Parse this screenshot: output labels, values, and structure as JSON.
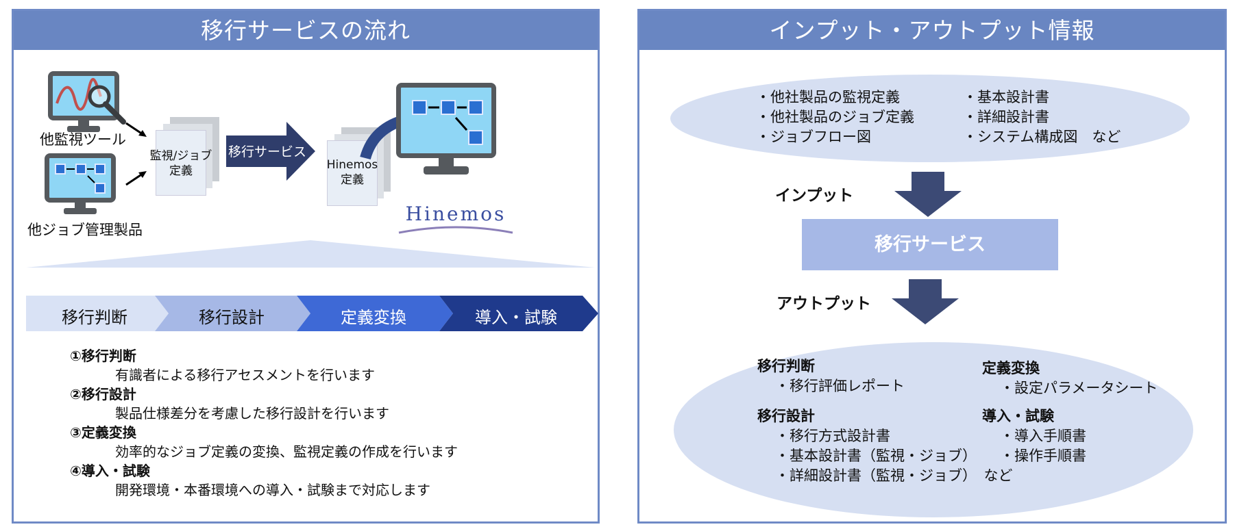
{
  "left": {
    "title": "移行サービスの流れ",
    "tool_label": "他監視ツール",
    "job_label": "他ジョブ管理製品",
    "doc1_line1": "監視/ジョブ",
    "doc1_line2": "定義",
    "service_arrow": "移行サービス",
    "doc2_line1": "Hinemos",
    "doc2_line2": "定義",
    "logo": "Hinemos",
    "steps": [
      {
        "label": "移行判断",
        "color": "#d9e2f5",
        "text_color": "#111111"
      },
      {
        "label": "移行設計",
        "color": "#a6b8e6",
        "text_color": "#111111"
      },
      {
        "label": "定義変換",
        "color": "#3e69d6",
        "text_color": "#ffffff"
      },
      {
        "label": "導入・試験",
        "color": "#1f3a8c",
        "text_color": "#ffffff"
      }
    ],
    "descriptions": [
      {
        "title": "①移行判断",
        "text": "有識者による移行アセスメントを行います"
      },
      {
        "title": "②移行設計",
        "text": "製品仕様差分を考慮した移行設計を行います"
      },
      {
        "title": "③定義変換",
        "text": "効率的なジョブ定義の変換、監視定義の作成を行います"
      },
      {
        "title": "④導入・試験",
        "text": "開発環境・本番環境への導入・試験まで対応します"
      }
    ]
  },
  "right": {
    "title": "インプット・アウトプット情報",
    "input_col1": [
      "・他社製品の監視定義",
      "・他社製品のジョブ定義",
      "・ジョブフロー図"
    ],
    "input_col2": [
      "・基本設計書",
      "・詳細設計書",
      "・システム構成図　など"
    ],
    "input_label": "インプット",
    "service_box": "移行サービス",
    "output_label": "アウトプット",
    "out_judge_title": "移行判断",
    "out_judge_items": [
      "・移行評価レポート"
    ],
    "out_design_title": "移行設計",
    "out_design_items": [
      "・移行方式設計書",
      "・基本設計書（監視・ジョブ）",
      "・詳細設計書（監視・ジョブ）　など"
    ],
    "out_convert_title": "定義変換",
    "out_convert_items": [
      "・設定パラメータシート"
    ],
    "out_install_title": "導入・試験",
    "out_install_items": [
      "・導入手順書",
      "・操作手順書"
    ]
  },
  "colors": {
    "header": "#6986c2",
    "border": "#6f8ac6",
    "ellipse": "#d6dff2",
    "service_box": "#a6b8e6",
    "dark_arrow": "#3c4a75"
  }
}
